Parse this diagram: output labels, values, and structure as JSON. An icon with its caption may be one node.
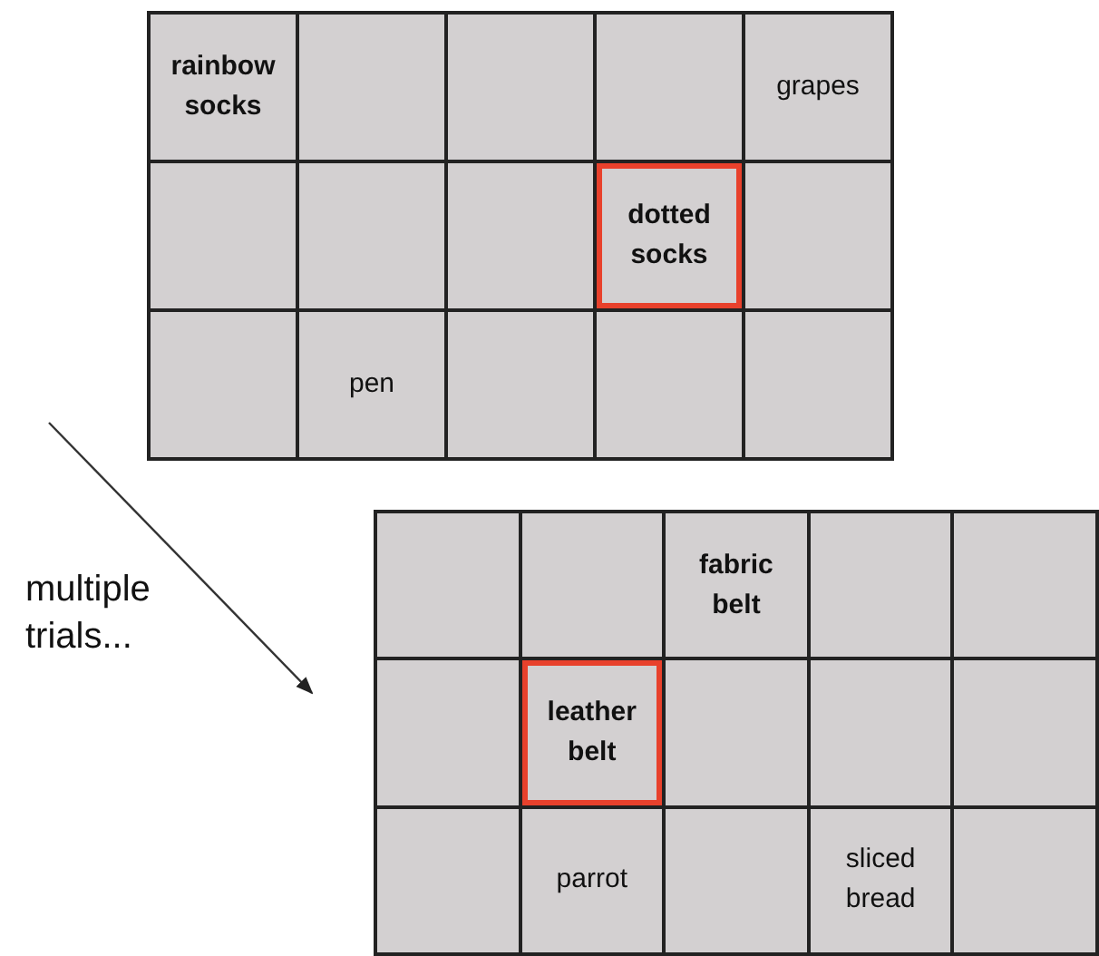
{
  "diagram": {
    "nodes": [
      {
        "text": [],
        "shape": "box"
      },
      {
        "text": [
          "rainbow socks"
        ],
        "in": 0
      },
      {
        "text": [],
        "shape": "box",
        "in": 0
      },
      {
        "text": [],
        "shape": "box",
        "in": 0
      },
      {
        "text": [],
        "shape": "box",
        "in": 0
      },
      {
        "text": [
          "grapes"
        ],
        "in": 0
      },
      {
        "text": [],
        "shape": "box",
        "in": 0
      },
      {
        "text": [],
        "shape": "box",
        "in": 0
      },
      {
        "text": [],
        "shape": "box",
        "in": 0
      },
      {
        "text": [
          "dotted socks"
        ],
        "in": 0
      },
      {
        "text": [],
        "shape": "box",
        "in": 0
      },
      {
        "text": [],
        "shape": "box",
        "in": 0
      },
      {
        "text": [
          "pen"
        ],
        "in": 0
      },
      {
        "text": [],
        "shape": "box",
        "in": 0
      },
      {
        "text": [],
        "shape": "box",
        "in": 0
      },
      {
        "text": [],
        "shape": "box",
        "in": 0
      },
      {
        "text": [],
        "shape": "box"
      },
      {
        "text": [],
        "shape": "box",
        "in": 16
      },
      {
        "text": [],
        "shape": "box",
        "in": 16
      },
      {
        "text": [
          "fabric belt"
        ],
        "in": 16
      },
      {
        "text": [],
        "shape": "box",
        "in": 16
      },
      {
        "text": [],
        "shape": "box",
        "in": 16
      },
      {
        "text": [],
        "shape": "box",
        "in": 16
      },
      {
        "text": [
          "leather belt"
        ],
        "in": 16
      },
      {
        "text": [],
        "shape": "box",
        "in": 16
      },
      {
        "text": [],
        "shape": "box",
        "in": 16
      },
      {
        "text": [],
        "shape": "box",
        "in": 16
      },
      {
        "text": [],
        "shape": "box",
        "in": 16
      },
      {
        "text": [
          "parrot"
        ],
        "in": 16
      },
      {
        "text": [],
        "shape": "box",
        "in": 16
      },
      {
        "text": [
          "sliced bread"
        ],
        "in": 16
      },
      {
        "text": [],
        "shape": "box",
        "in": 16
      }
    ],
    "edges": [
      {
        "from": 0,
        "to": 16,
        "arrow": "to",
        "label": "multiple trials..."
      }
    ]
  }
}
